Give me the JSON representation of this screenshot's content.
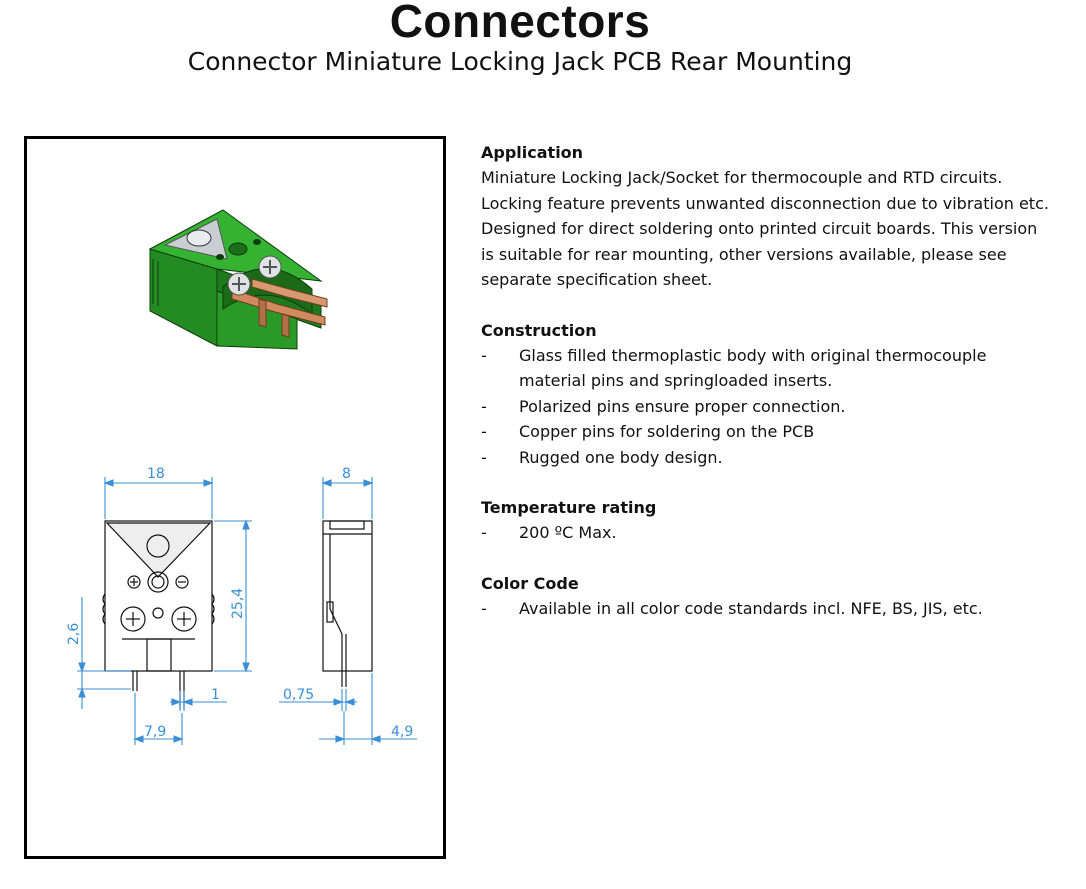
{
  "header": {
    "title": "Connectors",
    "subtitle": "Connector Miniature Locking Jack PCB Rear Mounting"
  },
  "drawing": {
    "dimensions": {
      "width_front": "18",
      "width_side": "8",
      "height": "25,4",
      "pin_offset": "2,6",
      "pin_width": "1",
      "pin_spacing": "7,9",
      "pin_thickness": "0,75",
      "pin_position": "4,9"
    }
  },
  "sections": [
    {
      "heading": "Application",
      "paragraph": "Miniature Locking Jack/Socket for thermocouple and RTD circuits. Locking feature prevents unwanted disconnection due to vibration etc. Designed for direct soldering onto printed circuit boards. This version is suitable for rear mounting, other versions available, please see separate specification sheet."
    },
    {
      "heading": "Construction",
      "bullets": [
        "Glass filled thermoplastic body with original thermocouple material pins and springloaded inserts.",
        "Polarized pins ensure proper connection.",
        "Copper pins for soldering on the PCB",
        "Rugged one body design."
      ]
    },
    {
      "heading": "Temperature rating",
      "bullets": [
        "200 ºC Max."
      ]
    },
    {
      "heading": "Color Code",
      "bullets": [
        "Available in all color code standards incl. NFE, BS, JIS, etc."
      ]
    }
  ],
  "bullet_marker": "-",
  "colors": {
    "dimension": "#3a8fd6",
    "connector_body": "#2e9e2a",
    "pin": "#d08a5e"
  }
}
